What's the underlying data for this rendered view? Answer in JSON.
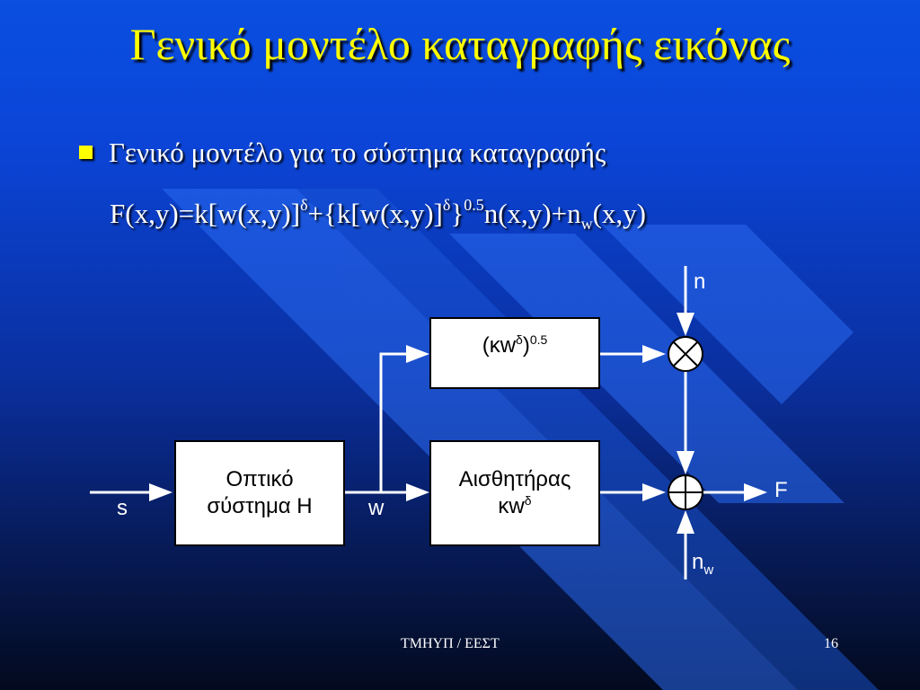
{
  "title": "Γενικό μοντέλο καταγραφής εικόνας",
  "bullet": "Γενικό μοντέλο για το σύστημα καταγραφής",
  "formula": {
    "part1": "F(x,y)=k[w(x,y)]",
    "sup1": "δ",
    "part2": "+{k[w(x,y)]",
    "sup2": "δ",
    "part3": "}",
    "sup3": "0.5",
    "part4": "n(x,y)+n",
    "sub1": "w",
    "part5": "(x,y)"
  },
  "diagram": {
    "block_optical": {
      "line1": "Οπτικό",
      "line2": "σύστημα H"
    },
    "block_sensor": {
      "line1": "Αισθητήρας",
      "line2_base": "κw",
      "line2_sup": "δ"
    },
    "block_sqrt": {
      "base": "(κw",
      "sup1": "δ",
      "mid": ")",
      "sup2": "0.5"
    },
    "label_s": "s",
    "label_w": "w",
    "label_n": "n",
    "label_nw_base": "n",
    "label_nw_sub": "w",
    "label_F": "F"
  },
  "footer": {
    "center": "ΤΜΗΥΠ / ΕΕΣΤ",
    "page": "16"
  },
  "colors": {
    "title": "#ffff00",
    "text": "#ffffff",
    "bullet": "#ffff00"
  }
}
